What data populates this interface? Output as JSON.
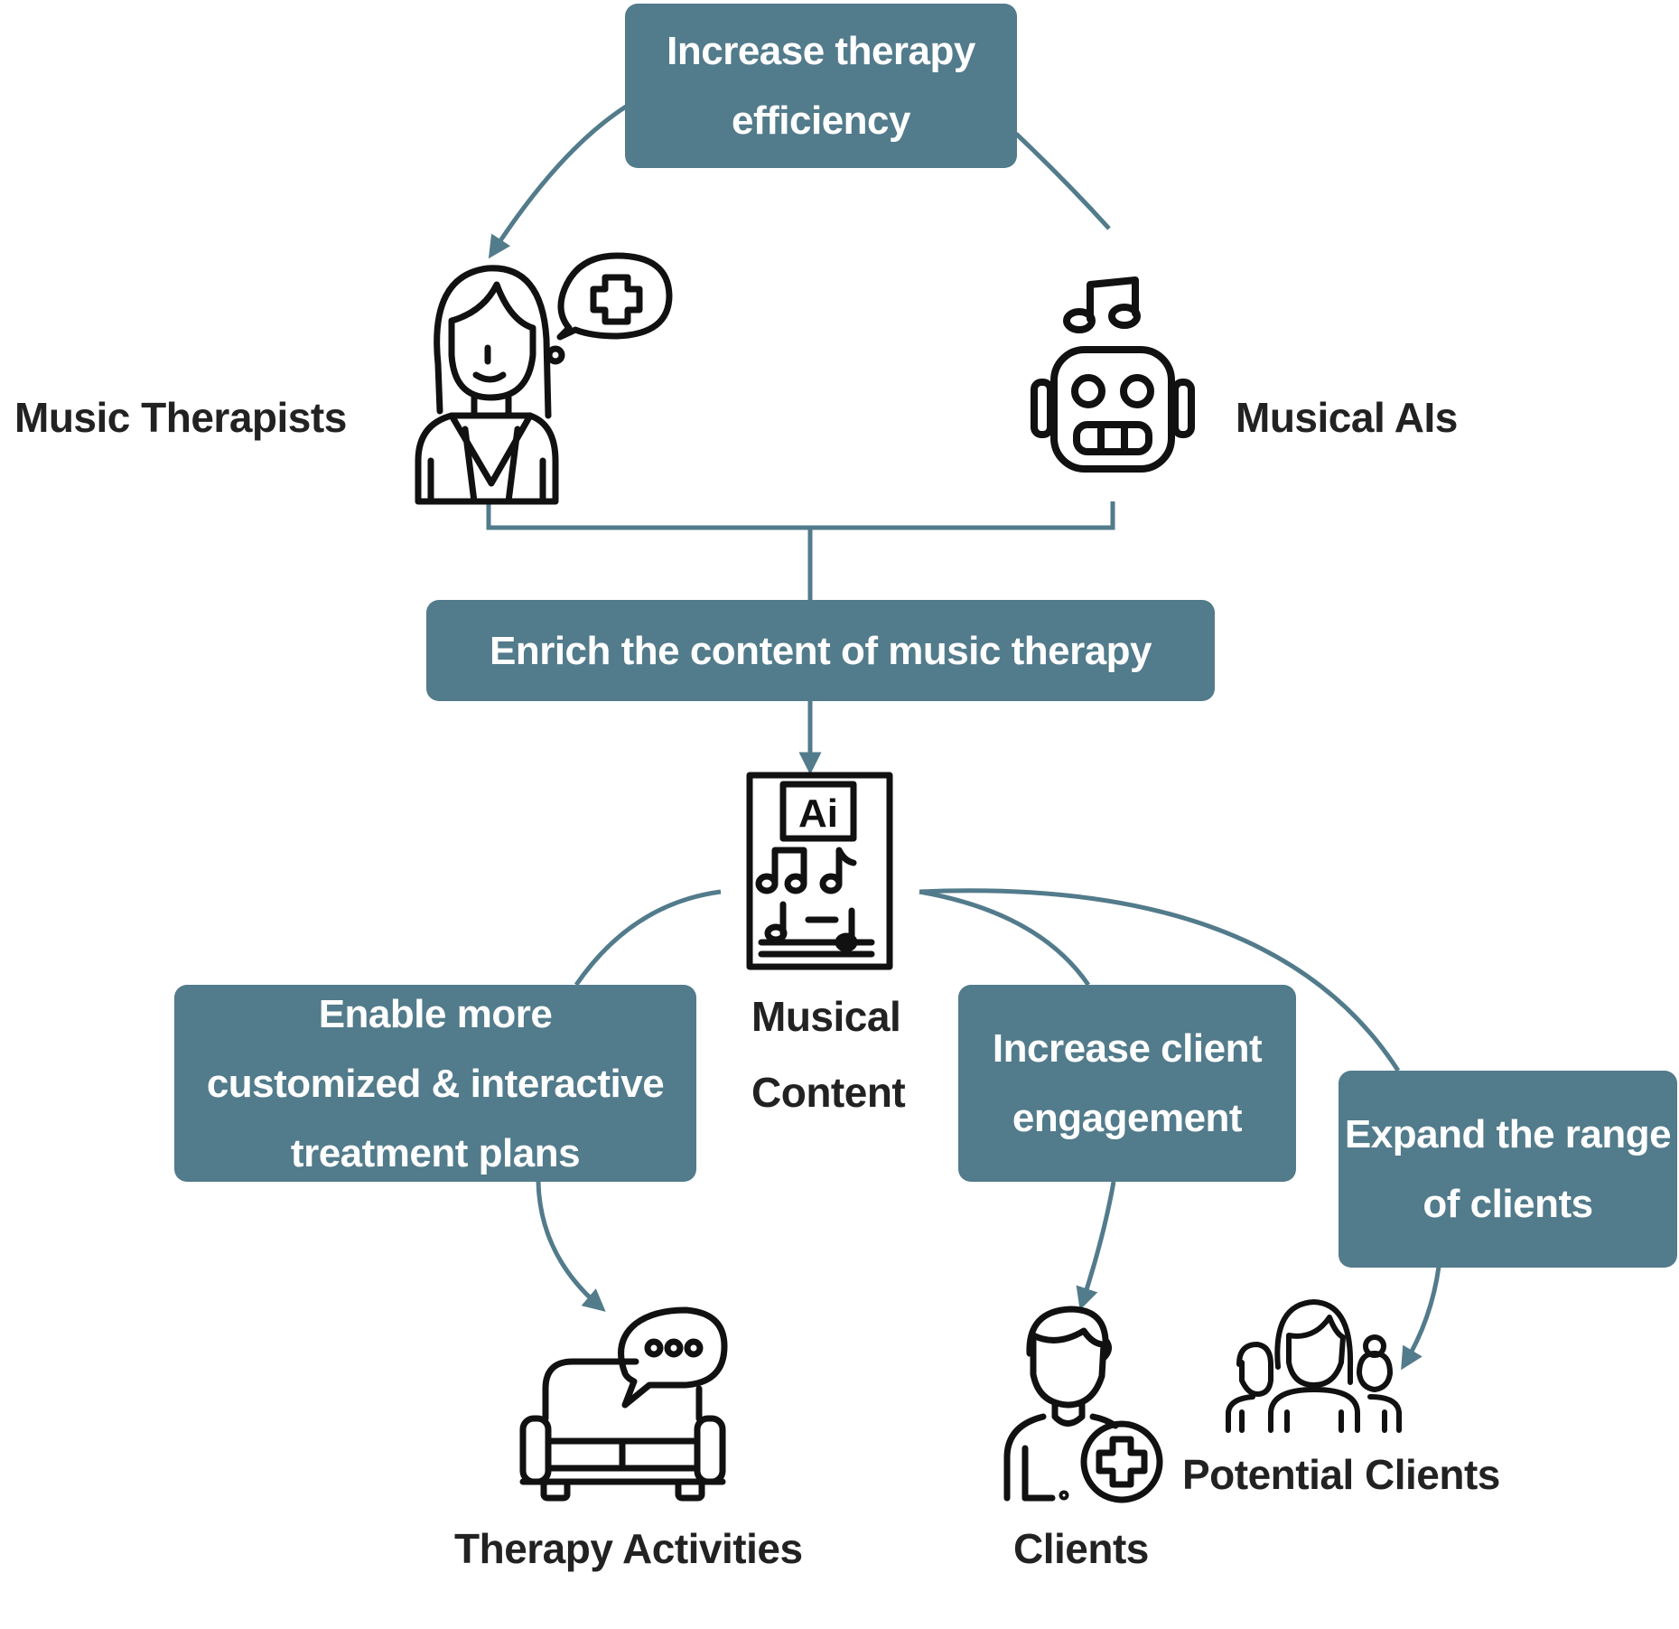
{
  "colors": {
    "box_fill": "#527b8b",
    "connector": "#527b8b",
    "box_text": "#ffffff",
    "label_text": "#222222",
    "icon_stroke": "#111111"
  },
  "boxes": {
    "efficiency": "Increase therapy\nefficiency",
    "enrich": "Enrich the content of music therapy",
    "customized": "Enable more\ncustomized & interactive\ntreatment plans",
    "engagement": "Increase client\nengagement",
    "range": "Expand the range\nof clients"
  },
  "labels": {
    "therapists": "Music Therapists",
    "ais": "Musical AIs",
    "content": "Musical\nContent",
    "activities": "Therapy Activities",
    "clients": "Clients",
    "potential": "Potential Clients"
  },
  "icons": {
    "therapist": "therapist-with-medical-speech-bubble-icon",
    "robot": "music-robot-icon",
    "sheet": "ai-music-sheet-icon",
    "sofa": "therapy-sofa-with-speech-bubble-icon",
    "client": "patient-with-medical-cross-icon",
    "group": "family-group-icon",
    "ai_mark": "Ai"
  }
}
